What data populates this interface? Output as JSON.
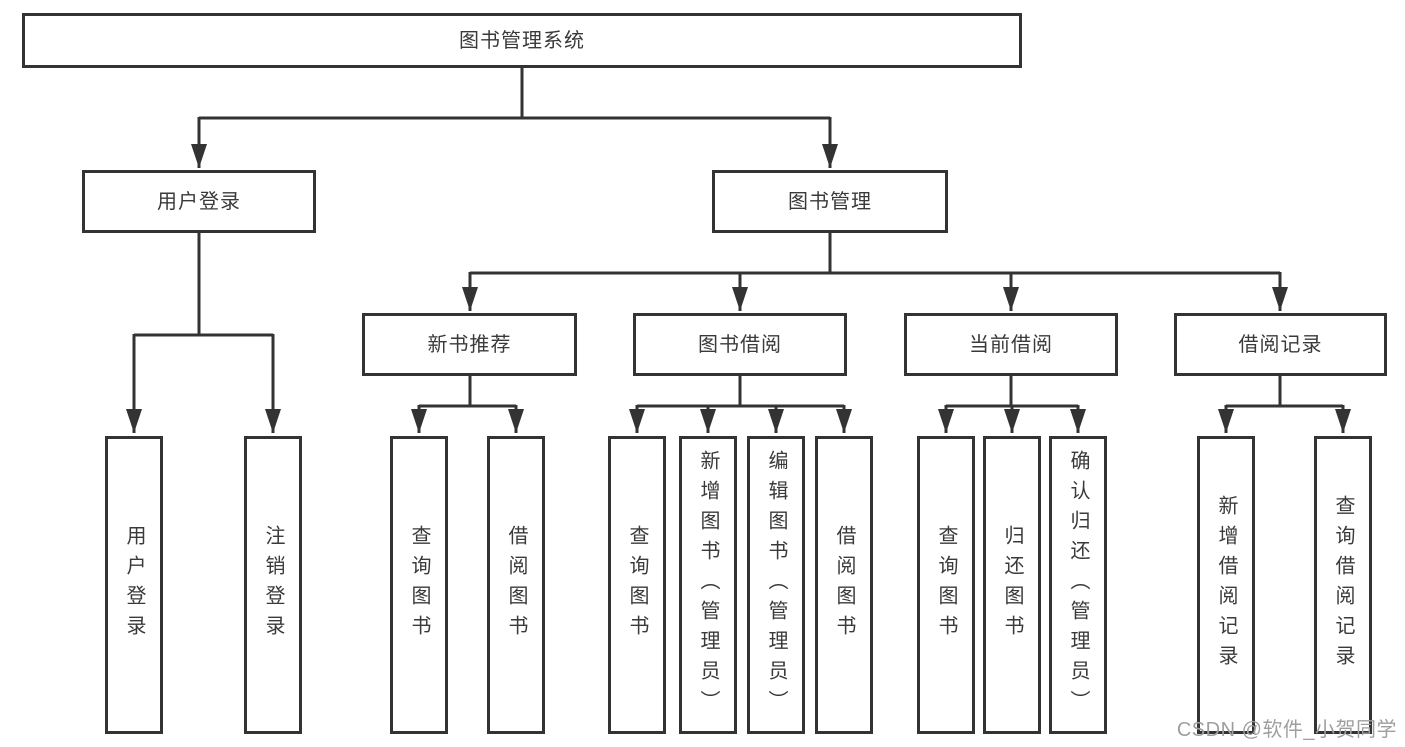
{
  "tree": {
    "root": {
      "label": "图书管理系统"
    },
    "level2": [
      {
        "label": "用户登录",
        "children": [
          {
            "label": "用户登录"
          },
          {
            "label": "注销登录"
          }
        ]
      },
      {
        "label": "图书管理",
        "children": [
          {
            "label": "新书推荐",
            "children": [
              {
                "label": "查询图书"
              },
              {
                "label": "借阅图书"
              }
            ]
          },
          {
            "label": "图书借阅",
            "children": [
              {
                "label": "查询图书"
              },
              {
                "label": "新增图书（管理员）"
              },
              {
                "label": "编辑图书（管理员）"
              },
              {
                "label": "借阅图书"
              }
            ]
          },
          {
            "label": "当前借阅",
            "children": [
              {
                "label": "查询图书"
              },
              {
                "label": "归还图书"
              },
              {
                "label": "确认归还（管理员）"
              }
            ]
          },
          {
            "label": "借阅记录",
            "children": [
              {
                "label": "新增借阅记录"
              },
              {
                "label": "查询借阅记录"
              }
            ]
          }
        ]
      }
    ]
  },
  "watermark": {
    "text": "CSDN @软件_小贺同学"
  },
  "colors": {
    "line": "#333333",
    "box_border": "#333333",
    "box_background": "#ffffff",
    "text": "#3a3a3a",
    "watermark": "#9f9f9f",
    "page_background": "#ffffff"
  }
}
